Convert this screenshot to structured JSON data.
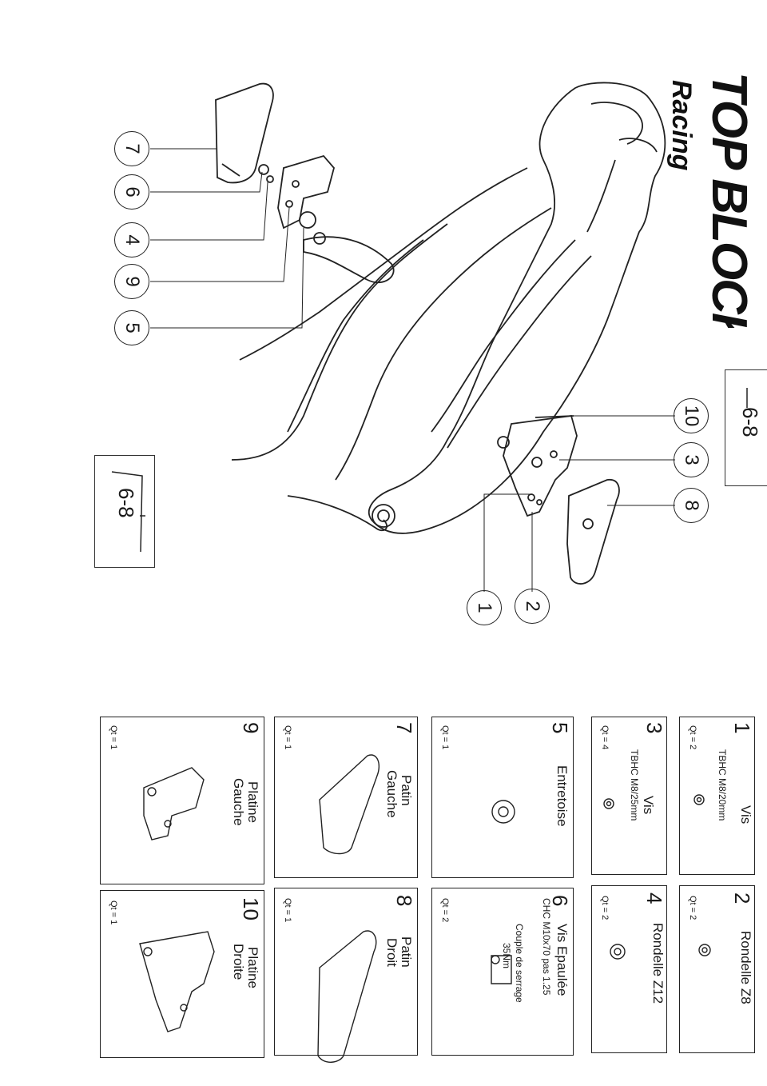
{
  "brand": {
    "name": "TOP BLOCK",
    "sub": "Racing"
  },
  "tool_label": "6-8",
  "callouts": [
    "7",
    "6",
    "4",
    "9",
    "5",
    "10",
    "3",
    "8",
    "1",
    "2"
  ],
  "parts": [
    {
      "num": "1",
      "name": "Vis",
      "sub": "TBHC M8/20mm",
      "qt": "Qt = 2"
    },
    {
      "num": "2",
      "name": "Rondelle Z8",
      "sub": "",
      "qt": "Qt = 2"
    },
    {
      "num": "3",
      "name": "Vis",
      "sub": "TBHC M8/25mm",
      "qt": "Qt = 4"
    },
    {
      "num": "4",
      "name": "Rondelle Z12",
      "sub": "",
      "qt": "Qt = 2"
    },
    {
      "num": "5",
      "name": "Entretoise",
      "sub": "",
      "qt": "Qt = 1"
    },
    {
      "num": "6",
      "name": "Vis Epaulée",
      "sub": "CHC M10x70 pas 1.25",
      "note1": "Couple de serrage",
      "note2": "35Nm",
      "qt": "Qt = 2"
    },
    {
      "num": "7",
      "name1": "Patin",
      "name2": "Gauche",
      "qt": "Qt = 1"
    },
    {
      "num": "8",
      "name1": "Patin",
      "name2": "Droit",
      "qt": "Qt = 1"
    },
    {
      "num": "9",
      "name1": "Platine",
      "name2": "Gauche",
      "qt": "Qt = 1"
    },
    {
      "num": "10",
      "name1": "Platine",
      "name2": "Droite",
      "qt": "Qt = 1"
    }
  ]
}
